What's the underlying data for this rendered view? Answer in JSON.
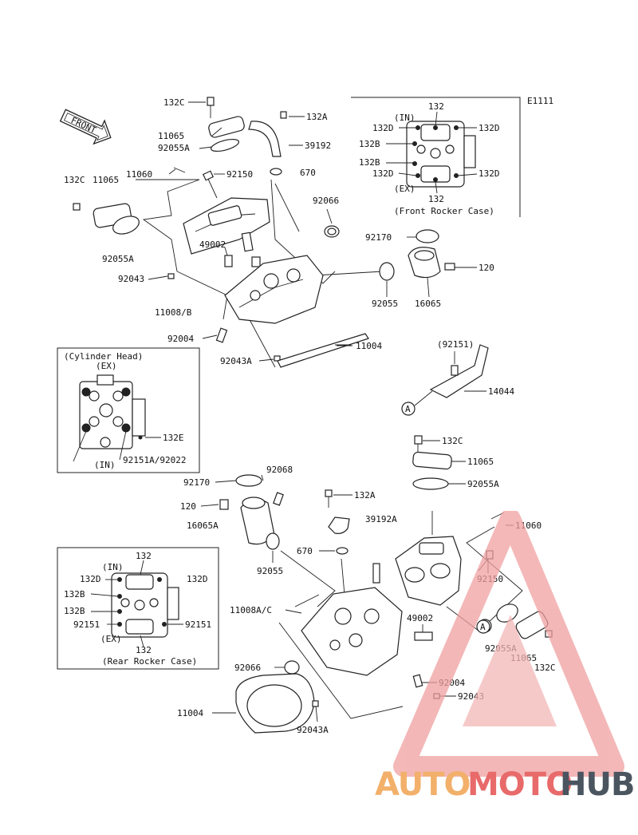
{
  "code": "E1111",
  "front_label": "FRONT",
  "parts": {
    "p132C_a": "132C",
    "p132A_a": "132A",
    "p11065_a": "11065",
    "p39192": "39192",
    "p92055A_a": "92055A",
    "p11060_a": "11060",
    "p92150_a": "92150",
    "p670_a": "670",
    "p132C_b": "132C",
    "p11065_b": "11065",
    "p92066_a": "92066",
    "p92055A_b": "92055A",
    "p92170_a": "92170",
    "p49002_a": "49002",
    "p92043_a": "92043",
    "p120_a": "120",
    "p92055_a": "92055",
    "p16065": "16065",
    "p11008B": "11008/B",
    "p92004_a": "92004",
    "p11004_a": "11004",
    "p92043A_a": "92043A",
    "p92151": "(92151)",
    "p14044": "14044",
    "pA_a": "A",
    "p132C_c": "132C",
    "p11065_c": "11065",
    "p92055A_c": "92055A",
    "p92068": "92068",
    "p92170_b": "92170",
    "p132A_b": "132A",
    "p120_b": "120",
    "p39192A": "39192A",
    "p11060_b": "11060",
    "p16065A": "16065A",
    "p670_b": "670",
    "p92055_b": "92055",
    "p92150_b": "92150",
    "p11008AC": "11008A/C",
    "p49002_b": "49002",
    "pA_b": "A",
    "p92055A_d": "92055A",
    "p11065_d": "11065",
    "p132C_d": "132C",
    "p92066_b": "92066",
    "p92004_b": "92004",
    "p92043_b": "92043",
    "p11004_b": "11004",
    "p92043A_b": "92043A"
  },
  "front_rocker_case": {
    "title": "(Front Rocker Case)",
    "top": "132",
    "in": "(IN)",
    "ex": "(EX)",
    "bottom": "132",
    "l1": "132D",
    "l2": "132B",
    "l3": "132B",
    "l4": "132D",
    "r1": "132D",
    "r2": "132D"
  },
  "cylinder_head": {
    "title": "(Cylinder Head)",
    "ex": "(EX)",
    "in": "(IN)",
    "c132E": "132E",
    "c92151": "92151A/92022"
  },
  "rear_rocker_case": {
    "title": "(Rear Rocker Case)",
    "top": "132",
    "in": "(IN)",
    "ex": "(EX)",
    "bottom": "132",
    "l1": "132D",
    "l2": "132B",
    "l3": "132B",
    "l4": "92151",
    "r1": "132D",
    "r2": "92151"
  },
  "watermark": {
    "auto": "AUTO",
    "moto": "MOTO",
    "hub": "HUB"
  },
  "colors": {
    "accent_orange": "#f2b06a",
    "accent_red": "#e86a6a",
    "dark": "#4a5560",
    "triangle": "#f0a0a0"
  }
}
